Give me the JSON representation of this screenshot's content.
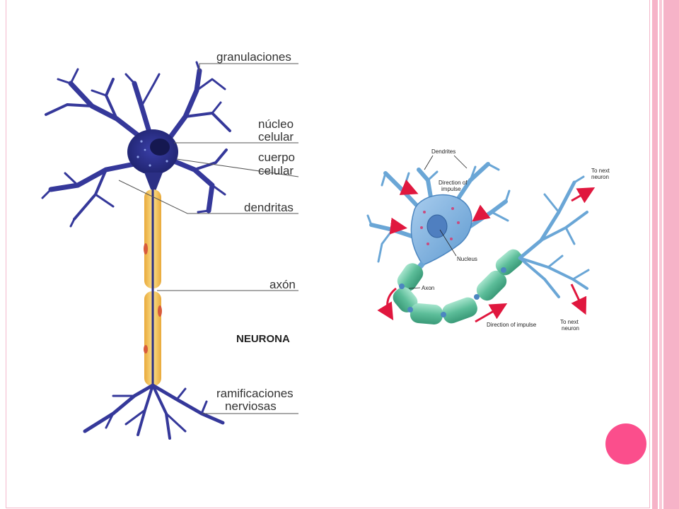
{
  "neurona_diagram": {
    "labels": {
      "granulaciones": "granulaciones",
      "nucleo_line1": "núcleo",
      "nucleo_line2": "celular",
      "cuerpo_line1": "cuerpo",
      "cuerpo_line2": "celular",
      "dendritas": "dendritas",
      "axon": "axón",
      "title": "NEURONA",
      "ramificaciones_line1": "ramificaciones",
      "ramificaciones_line2": "nerviosas"
    },
    "colors": {
      "neuron": "#35389a",
      "myelin": "#f3c44f",
      "node": "#d85a3a"
    }
  },
  "neuron_diagram": {
    "labels": {
      "dendrites": "Dendrites",
      "direction_line1": "Direction of",
      "direction_line2": "impulse",
      "nucleus": "Nucleus",
      "axon": "Axon",
      "direction_bottom": "Direction of impulse",
      "next_top_line1": "To next",
      "next_top_line2": "neuron",
      "next_bottom_line1": "To next",
      "next_bottom_line2": "neuron"
    },
    "colors": {
      "cell": "#7fb3e0",
      "myelin": "#6cc9a8",
      "arrow": "#e0173e"
    }
  },
  "slide": {
    "accent": "#fb4e8c",
    "stripe": "#f6b3c8"
  }
}
